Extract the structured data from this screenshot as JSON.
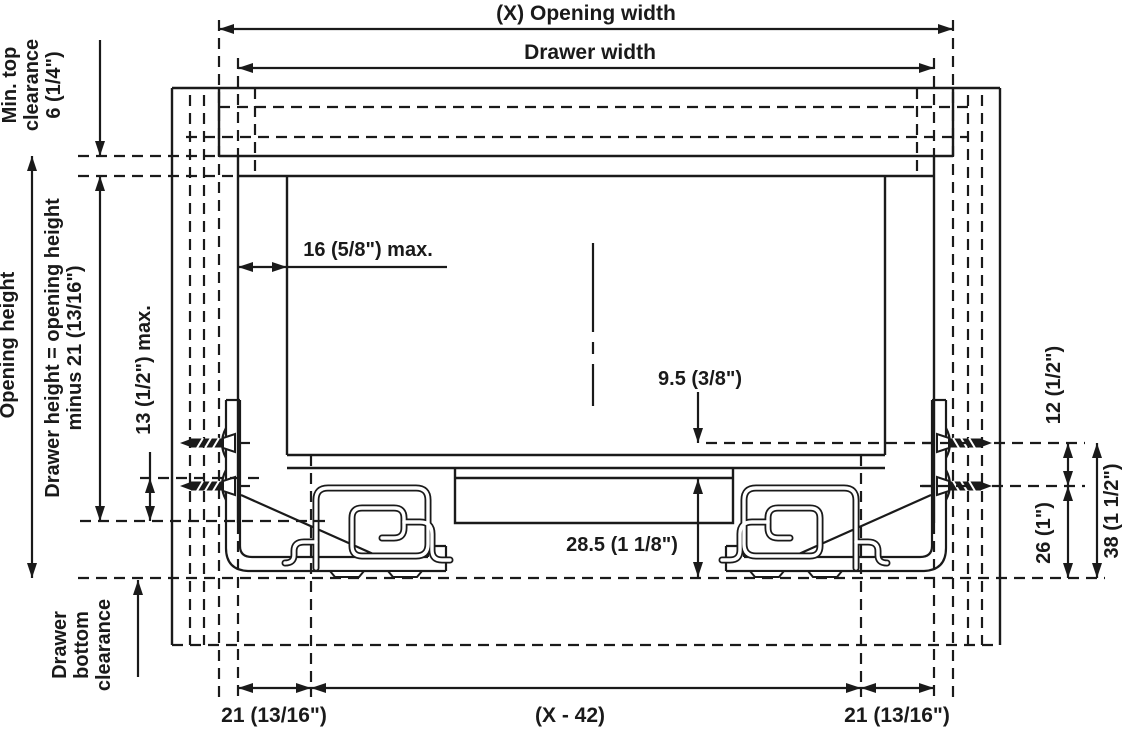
{
  "diagram": {
    "title_note": "drawer slide installation cross-section",
    "top": {
      "opening_width": "(X) Opening width",
      "drawer_width": "Drawer width"
    },
    "left": {
      "min_top_line1": "Min. top",
      "min_top_line2": "clearance",
      "min_top_line3": "6 (1/4\")",
      "opening_height": "Opening height",
      "drawer_height_line1": "Drawer height = opening height",
      "drawer_height_line2": "minus 21 (13/16\")",
      "max_13": "13 (1/2\") max.",
      "bottom_clearance_line1": "Drawer",
      "bottom_clearance_line2": "bottom",
      "bottom_clearance_line3": "clearance"
    },
    "middle": {
      "max_16": "16 (5/8\") max.",
      "dim_9_5": "9.5 (3/8\")",
      "dim_28_5": "28.5 (1 1/8\")"
    },
    "right": {
      "dim_12": "12 (1/2\")",
      "dim_26": "26 (1\")",
      "dim_38": "38 (1 1/2\")"
    },
    "bottom": {
      "left_21": "21 (13/16\")",
      "center_x42": "(X - 42)",
      "right_21": "21 (13/16\")"
    },
    "colors": {
      "ink": "#1a1a1a",
      "paper": "#ffffff"
    }
  }
}
